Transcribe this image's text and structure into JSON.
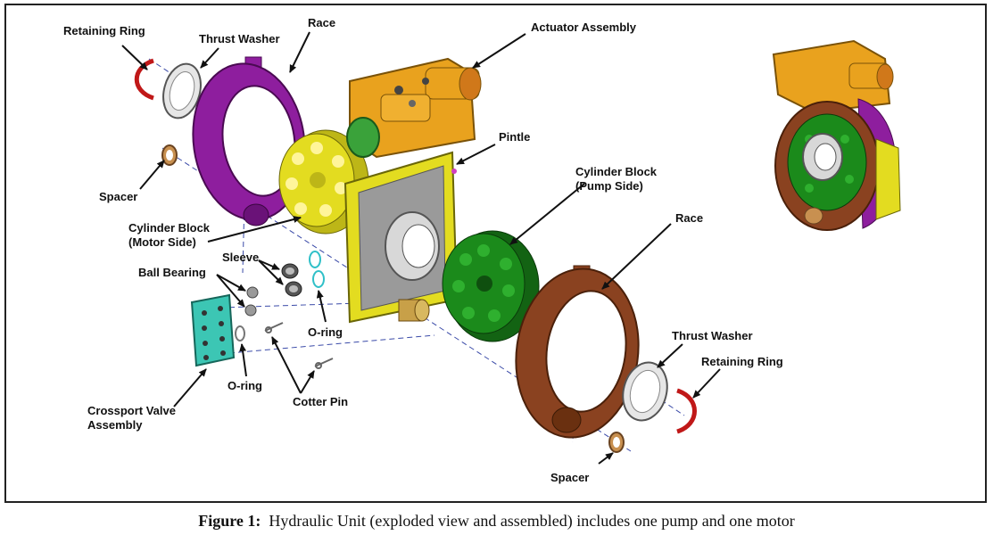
{
  "colors": {
    "race_motor": "#8e1e9e",
    "race_pump": "#8a4220",
    "cylinder_motor": "#e3dc20",
    "cylinder_pump": "#1b8a1b",
    "actuator": "#e9a21e",
    "retaining_ring": "#c01818",
    "crossport_valve": "#3cc6b4",
    "oring": "#30c0c8",
    "center_line": "#3a4aa8",
    "leader_line": "#111111"
  },
  "labels": {
    "retaining_ring_top": "Retaining Ring",
    "thrust_washer_top": "Thrust Washer",
    "race_top": "Race",
    "actuator_assembly": "Actuator Assembly",
    "pintle": "Pintle",
    "spacer_top": "Spacer",
    "cylinder_block_motor_1": "Cylinder Block",
    "cylinder_block_motor_2": "(Motor Side)",
    "cylinder_block_pump_1": "Cylinder Block",
    "cylinder_block_pump_2": "(Pump Side)",
    "race_bottom": "Race",
    "sleeve": "Sleeve",
    "ball_bearing": "Ball Bearing",
    "oring_1": "O-ring",
    "oring_2": "O-ring",
    "crossport_1": "Crossport Valve",
    "crossport_2": "Assembly",
    "cotter_pin": "Cotter Pin",
    "thrust_washer_bottom": "Thrust Washer",
    "retaining_ring_bottom": "Retaining Ring",
    "spacer_bottom": "Spacer"
  },
  "caption": {
    "prefix": "Figure 1:",
    "text": "Hydraulic Unit (exploded view and assembled) includes one pump and one motor"
  }
}
